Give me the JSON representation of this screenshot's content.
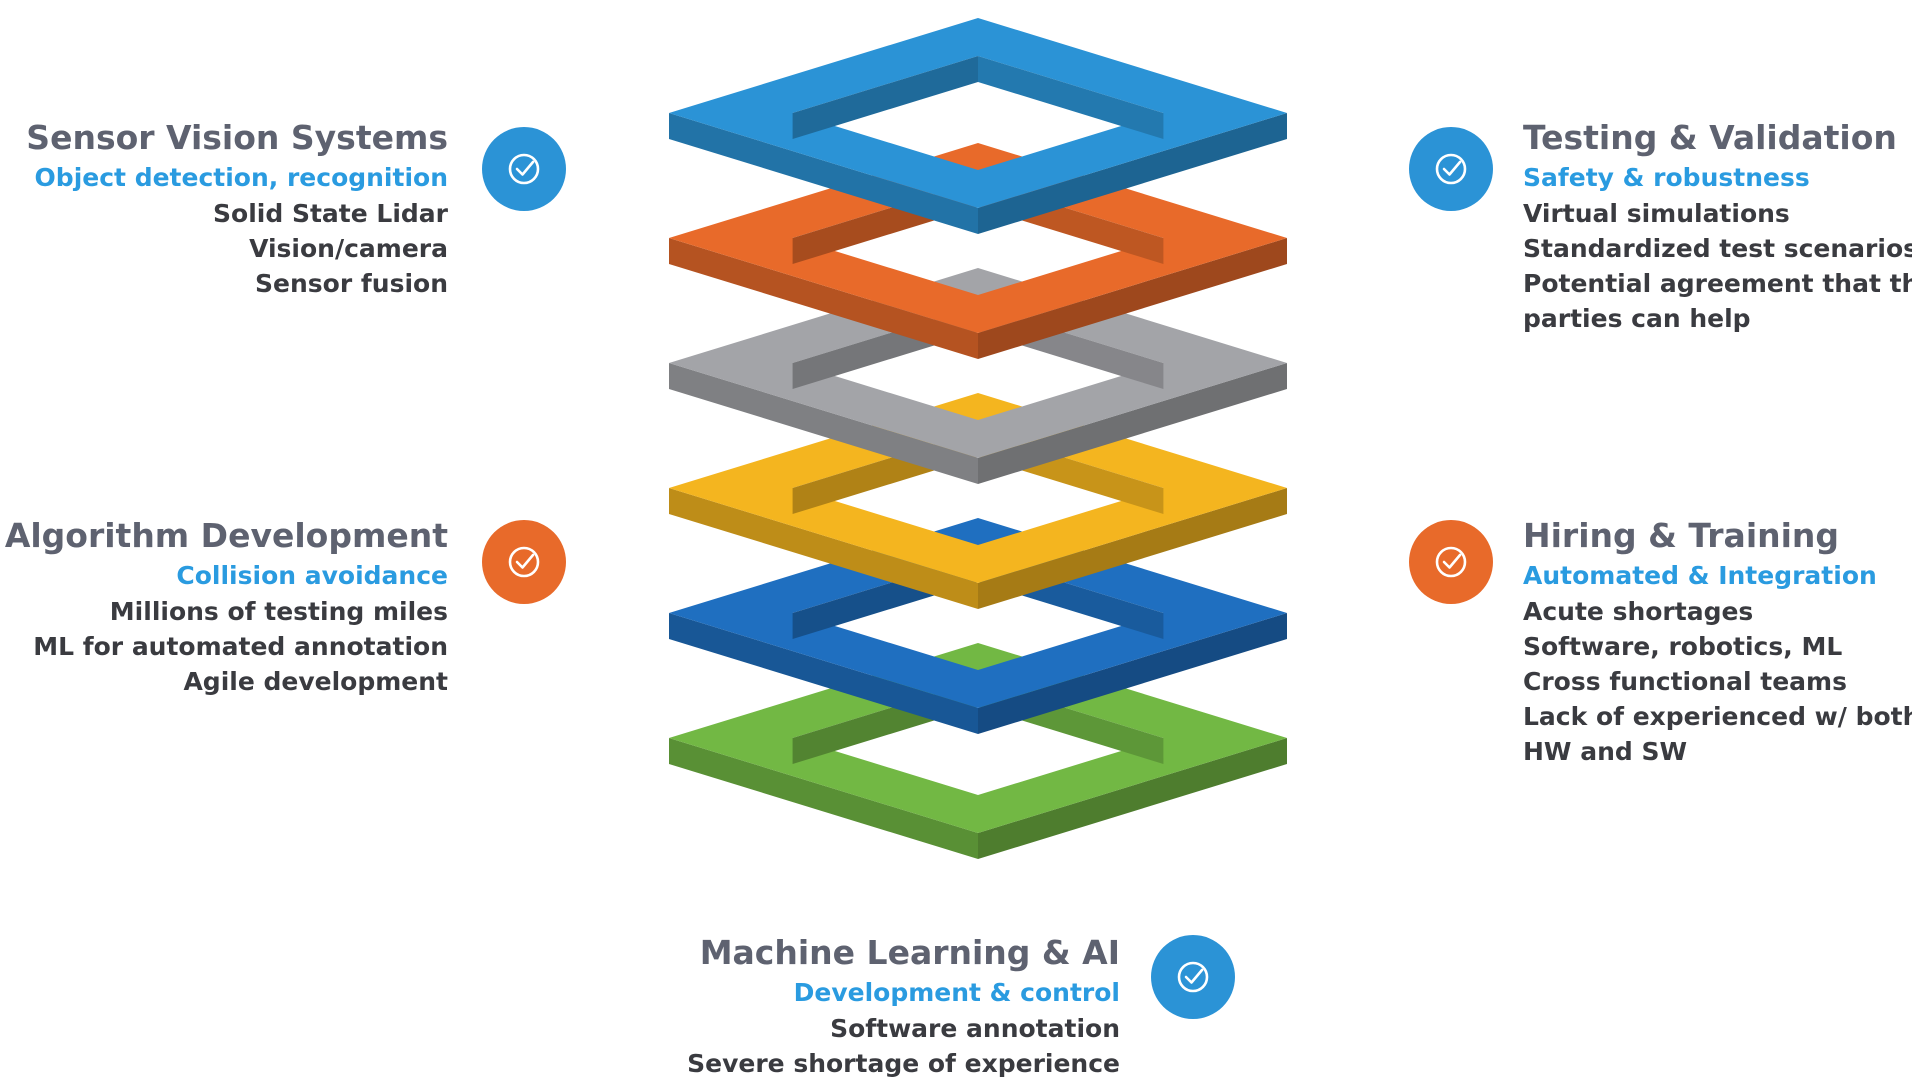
{
  "colors": {
    "blue_light": "#2b93d6",
    "orange": "#e86a2a",
    "gray": "#a3a4a8",
    "yellow": "#f4b51f",
    "blue_dark": "#1f6fc0",
    "green": "#72b844",
    "subtitle_blue": "#2a9be0",
    "title_gray": "#5e6270",
    "body_dark": "#3a3b40"
  },
  "layers": [
    {
      "name": "blue-light",
      "color": "#2b93d6"
    },
    {
      "name": "orange",
      "color": "#e86a2a"
    },
    {
      "name": "gray",
      "color": "#a3a4a8"
    },
    {
      "name": "yellow",
      "color": "#f4b51f"
    },
    {
      "name": "blue-dark",
      "color": "#1f6fc0"
    },
    {
      "name": "green",
      "color": "#72b844"
    }
  ],
  "sensor": {
    "title": "Sensor Vision Systems",
    "subtitle": "Object detection, recognition",
    "lines": [
      "Solid State Lidar",
      "Vision/camera",
      "Sensor fusion"
    ],
    "icon": "check-circle-icon",
    "icon_color": "#2b93d6"
  },
  "algorithm": {
    "title": "Algorithm Development",
    "subtitle": "Collision avoidance",
    "lines": [
      "Millions of testing miles",
      "ML for automated annotation",
      "Agile development"
    ],
    "icon": "check-circle-icon",
    "icon_color": "#e86a2a"
  },
  "testing": {
    "title": "Testing & Validation",
    "subtitle": "Safety & robustness",
    "lines": [
      "Virtual simulations",
      "Standardized test scenarios",
      "Potential agreement that third",
      "parties can help"
    ],
    "icon": "check-circle-icon",
    "icon_color": "#2b93d6"
  },
  "hiring": {
    "title": "Hiring & Training",
    "subtitle": "Automated & Integration",
    "lines": [
      "Acute shortages",
      "Software, robotics, ML",
      "Cross functional teams",
      "Lack of experienced w/ both",
      "HW and SW"
    ],
    "icon": "check-circle-icon",
    "icon_color": "#e86a2a"
  },
  "ml": {
    "title": "Machine Learning & AI",
    "subtitle": "Development & control",
    "lines": [
      "Software annotation",
      "Severe shortage of experience"
    ],
    "icon": "check-circle-icon",
    "icon_color": "#2b93d6"
  }
}
